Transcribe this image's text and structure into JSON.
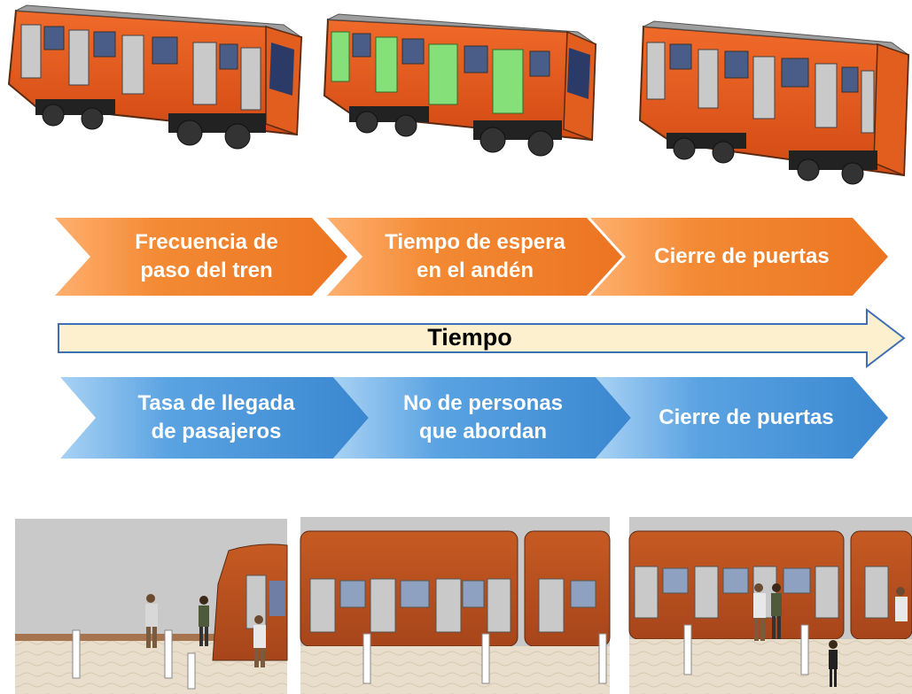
{
  "colors": {
    "orange_chevron": "#f07d28",
    "orange_chevron_light": "#ffb070",
    "blue_chevron": "#3f8fd7",
    "blue_chevron_light": "#a9d2f4",
    "time_arrow_fill": "#fdf0cf",
    "time_arrow_stroke": "#3e6fb3",
    "train_body": "#e4571c",
    "train_roof": "#a8a8a8"
  },
  "trains_top": [
    {
      "name": "train-closed-1",
      "interior_green": false
    },
    {
      "name": "train-open-doors",
      "interior_green": true
    },
    {
      "name": "train-closed-2",
      "interior_green": false
    }
  ],
  "train_stages": [
    {
      "label": "Frecuencia de\npaso del tren"
    },
    {
      "label": "Tiempo de espera\nen el andén"
    },
    {
      "label": "Cierre de puertas"
    }
  ],
  "time_arrow": {
    "label": "Tiempo"
  },
  "passenger_stages": [
    {
      "label": "Tasa de llegada\nde pasajeros"
    },
    {
      "label": "No de personas\nque abordan"
    },
    {
      "label": "Cierre de puertas"
    }
  ],
  "scenes": [
    {
      "name": "scene-train-arriving"
    },
    {
      "name": "scene-train-waiting"
    },
    {
      "name": "scene-doors-closing"
    }
  ]
}
